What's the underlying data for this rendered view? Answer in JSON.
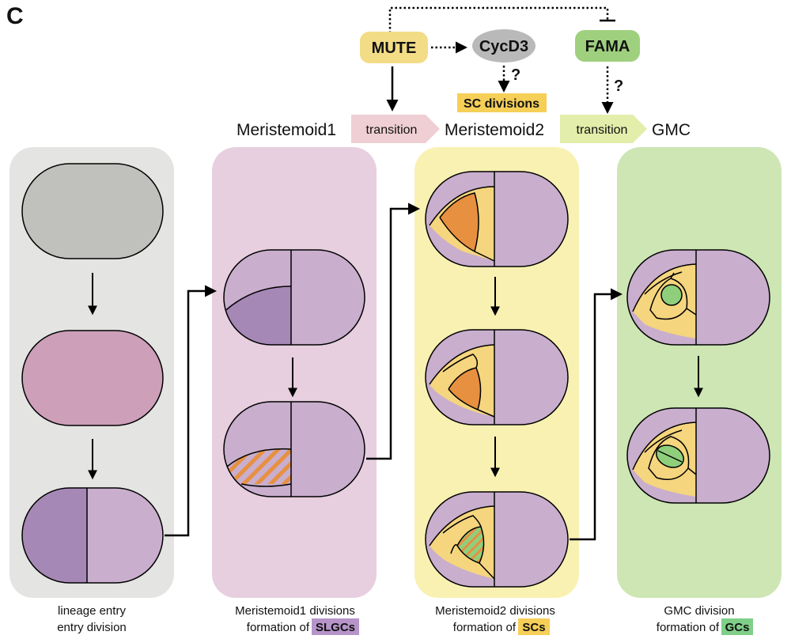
{
  "panel_letter": "C",
  "regulators": {
    "mute": "MUTE",
    "cycd3": "CycD3",
    "fama": "FAMA",
    "question_mark_1": "?",
    "question_mark_2": "?",
    "sc_divisions": "SC divisions"
  },
  "stages": {
    "meristemoid1": "Meristemoid1",
    "transition_1": "transition",
    "meristemoid2": "Meristemoid2",
    "transition_2": "transition",
    "gmc": "GMC"
  },
  "captions": {
    "panel1_line1": "lineage entry",
    "panel1_line2": "entry division",
    "panel2_line1": "Meristemoid1 divisions",
    "panel2_line2_prefix": "formation of",
    "panel2_highlight": "SLGCs",
    "panel3_line1": "Meristemoid2 divisions",
    "panel3_line2_prefix": "formation of",
    "panel3_highlight": "SCs",
    "panel4_line1": "GMC division",
    "panel4_line2_prefix": "formation of",
    "panel4_highlight": "GCs"
  },
  "colors": {
    "grey_panel": "#e4e4e3",
    "pink_panel": "#e7cfdf",
    "yellow_panel": "#f8f1b2",
    "green_panel": "#cde6b4",
    "mute_box": "#f3dc86",
    "cycd3_oval": "#b9b9b9",
    "fama_box": "#9fd07e",
    "cell_purple": "#c9aecd",
    "cell_dark_purple": "#a688b6",
    "cell_grey": "#c0c1bd",
    "cell_pink": "#cd9fb9",
    "cell_yellow": "#f5d57e",
    "cell_orange": "#e79040",
    "cell_green": "#8fcf7c",
    "slgc_highlight": "#b694c9",
    "sc_highlight": "#f5cf57",
    "gc_highlight": "#7fcf88"
  }
}
